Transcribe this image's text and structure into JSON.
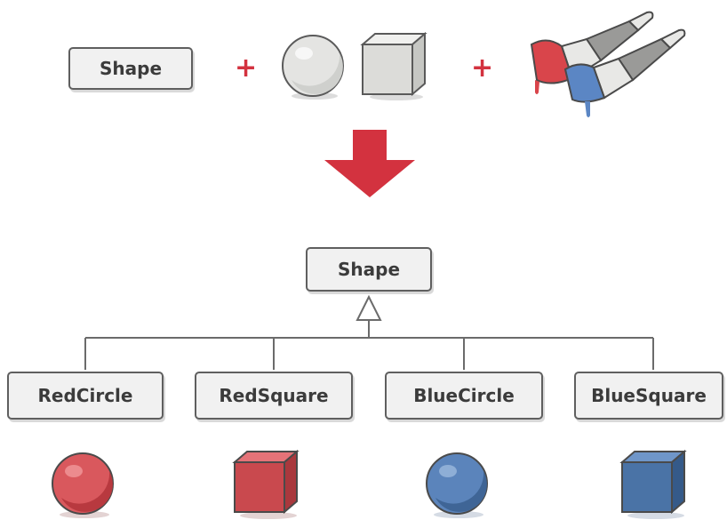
{
  "top": {
    "shape_label": "Shape",
    "plus_1": "+",
    "plus_2": "+"
  },
  "hierarchy": {
    "parent_label": "Shape",
    "children": [
      {
        "label": "RedCircle",
        "color": "#c9494e",
        "kind": "sphere"
      },
      {
        "label": "RedSquare",
        "color": "#c9494e",
        "kind": "cube"
      },
      {
        "label": "BlueCircle",
        "color": "#4a73a6",
        "kind": "sphere"
      },
      {
        "label": "BlueSquare",
        "color": "#4a73a6",
        "kind": "cube"
      }
    ]
  },
  "colors": {
    "accent_red": "#d3323f",
    "brush_red": "#d9454b",
    "brush_blue": "#5b86c4",
    "neutral_shape": "#e7e7e7",
    "line": "#6b6b6b"
  },
  "icons": [
    "gray-sphere-icon",
    "gray-cube-icon",
    "paint-brushes-icon",
    "down-arrow-icon",
    "inheritance-triangle-icon"
  ]
}
